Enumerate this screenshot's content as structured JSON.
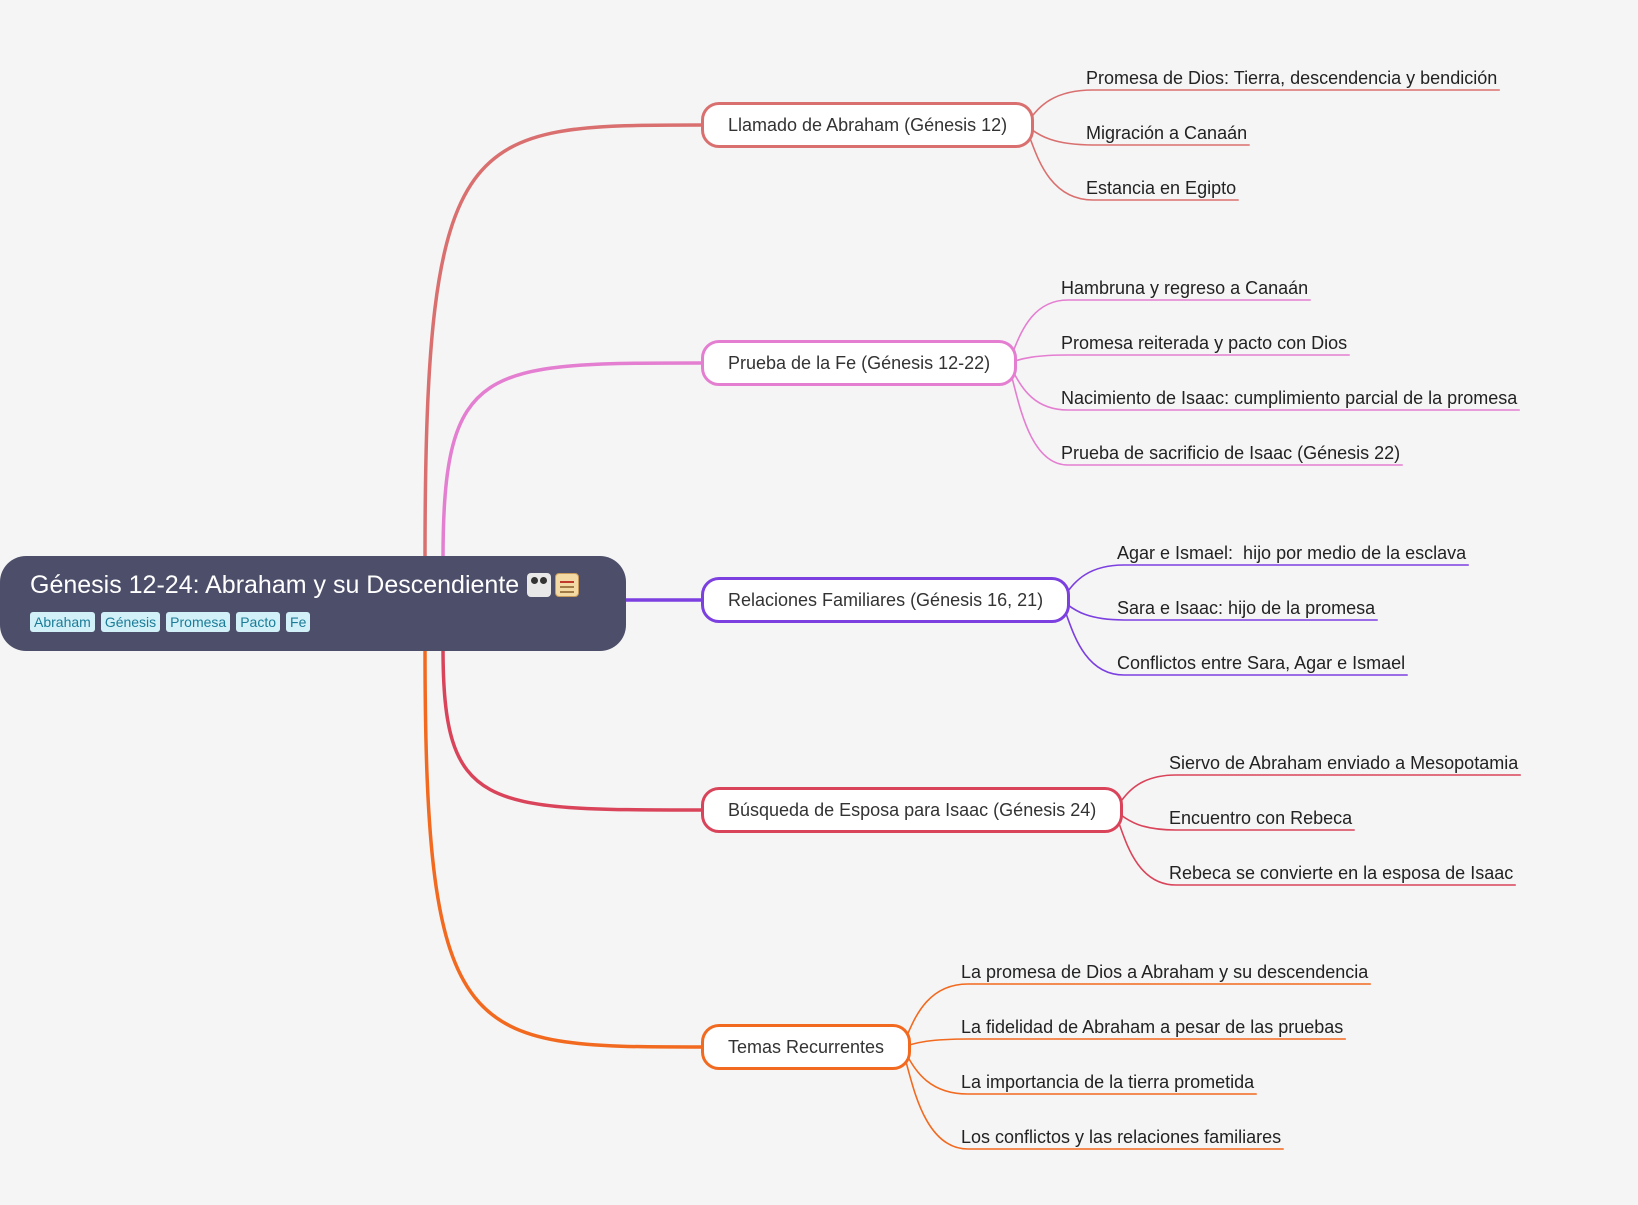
{
  "root": {
    "title": "Génesis 12-24: Abraham y su Descendiente",
    "emoji_icons": [
      "family-emoji-icon",
      "scroll-emoji-icon"
    ],
    "tags": [
      "Abraham",
      "Génesis",
      "Promesa",
      "Pacto",
      "Fe"
    ]
  },
  "branches": [
    {
      "label": "Llamado de Abraham (Génesis 12)",
      "color": "#d9706f",
      "children": [
        "Promesa de Dios: Tierra, descendencia y bendición",
        "Migración a Canaán",
        "Estancia en Egipto"
      ]
    },
    {
      "label": "Prueba de la Fe (Génesis 12-22)",
      "color": "#e47ed1",
      "children": [
        "Hambruna y regreso a Canaán",
        "Promesa reiterada y pacto con Dios",
        "Nacimiento de Isaac: cumplimiento parcial de la promesa",
        "Prueba de sacrificio de Isaac (Génesis 22)"
      ]
    },
    {
      "label": "Relaciones Familiares (Génesis 16, 21)",
      "color": "#7c3fe0",
      "children": [
        "Agar e Ismael:  hijo por medio de la esclava",
        "Sara e Isaac: hijo de la promesa",
        "Conflictos entre Sara, Agar e Ismael"
      ]
    },
    {
      "label": "Búsqueda de Esposa para Isaac (Génesis 24)",
      "color": "#d9445a",
      "children": [
        "Siervo de Abraham enviado a Mesopotamia",
        "Encuentro con Rebeca",
        "Rebeca se convierte en la esposa de Isaac"
      ]
    },
    {
      "label": "Temas Recurrentes",
      "color": "#f26a1f",
      "children": [
        "La promesa de Dios a Abraham y su descendencia",
        "La fidelidad de Abraham a pesar de las pruebas",
        "La importancia de la tierra prometida",
        "Los conflictos y las relaciones familiares"
      ]
    }
  ]
}
